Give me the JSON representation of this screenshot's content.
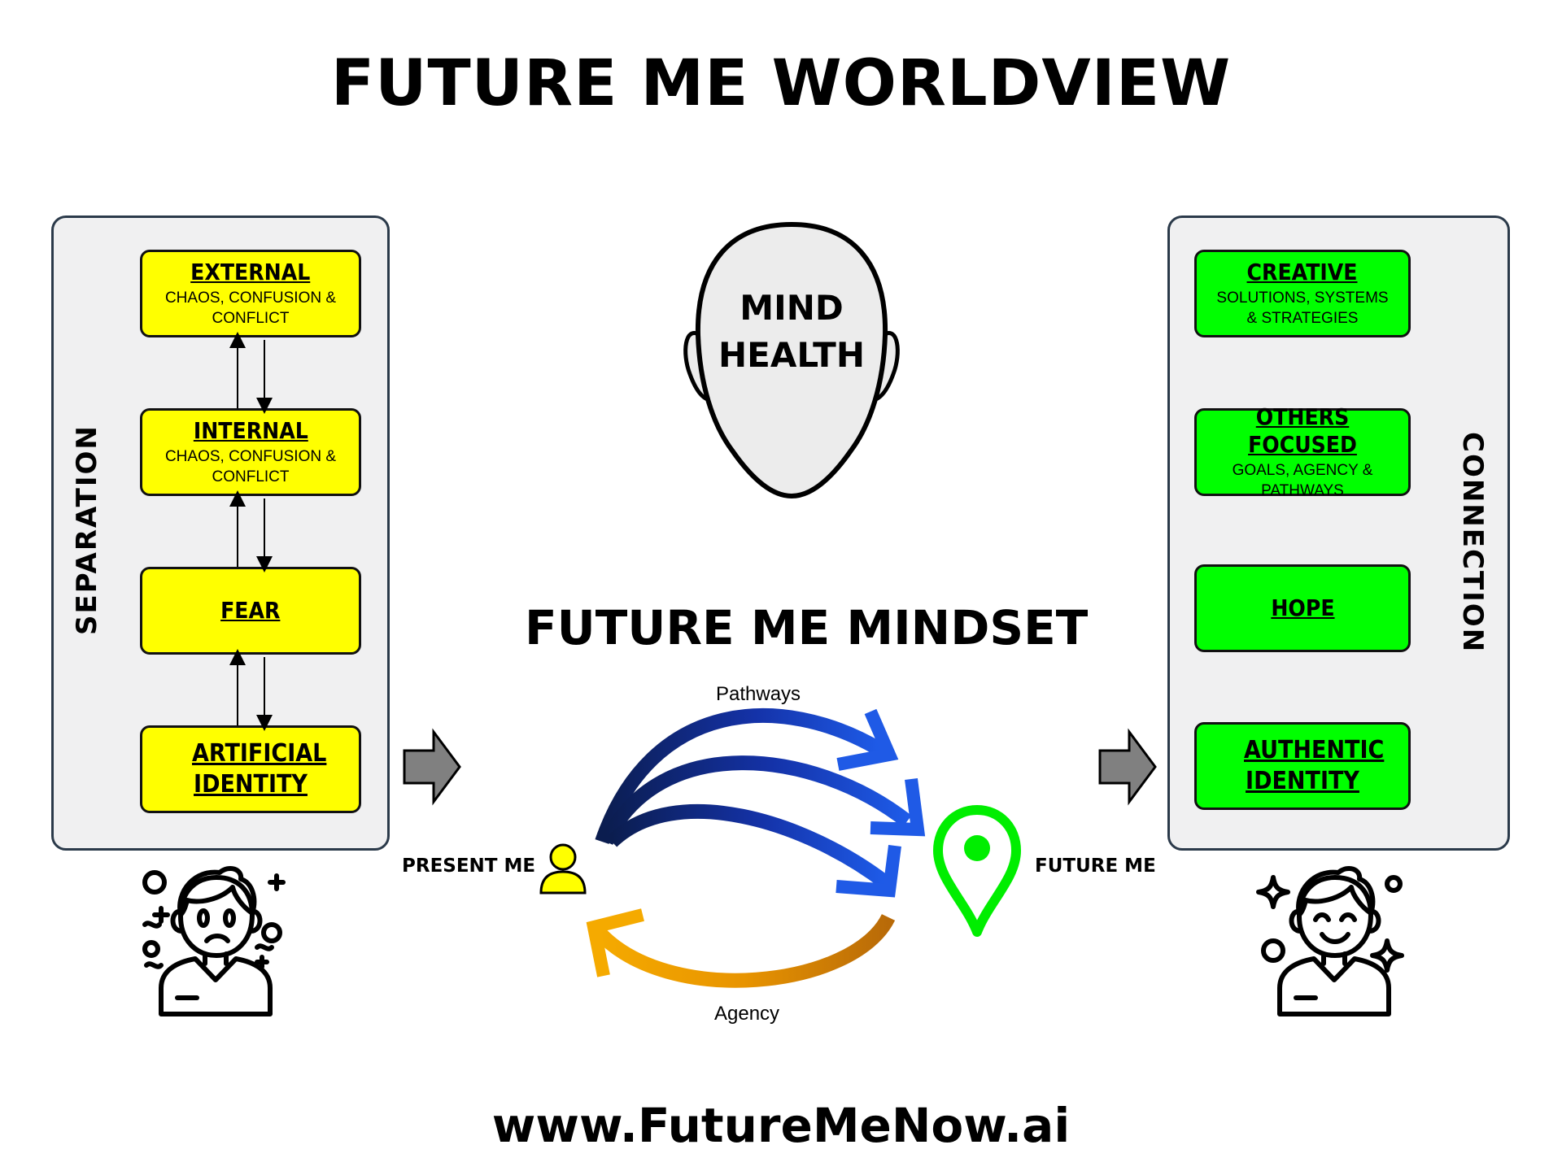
{
  "title": "FUTURE ME WORLDVIEW",
  "left_panel": {
    "label": "SEPARATION",
    "boxes": [
      {
        "title": "EXTERNAL",
        "subtitle": "CHAOS, CONFUSION & CONFLICT"
      },
      {
        "title": "INTERNAL",
        "subtitle": "CHAOS, CONFUSION & CONFLICT"
      },
      {
        "title": "FEAR",
        "subtitle": ""
      },
      {
        "title": "ARTIFICIAL IDENTITY",
        "subtitle": ""
      }
    ],
    "color": "#ffff00"
  },
  "right_panel": {
    "label": "CONNECTION",
    "boxes": [
      {
        "title": "CREATIVE",
        "subtitle": "SOLUTIONS, SYSTEMS & STRATEGIES"
      },
      {
        "title": "OTHERS FOCUSED",
        "subtitle": "GOALS, AGENCY & PATHWAYS"
      },
      {
        "title": "HOPE",
        "subtitle": ""
      },
      {
        "title": "AUTHENTIC IDENTITY",
        "subtitle": ""
      }
    ],
    "color": "#00ff00"
  },
  "mind": {
    "line1": "MIND",
    "line2": "HEALTH"
  },
  "mindset": {
    "title": "FUTURE ME MINDSET",
    "pathways_label": "Pathways",
    "agency_label": "Agency",
    "present_label": "PRESENT ME",
    "future_label": "FUTURE ME"
  },
  "footer": "www.FutureMeNow.ai",
  "icons": [
    "head-icon",
    "person-icon",
    "location-pin-icon",
    "sad-person-icon",
    "happy-person-icon",
    "right-arrow-icon"
  ],
  "colors": {
    "yellow": "#ffff00",
    "green": "#00ff00",
    "pathways_blue": "#1a4fd6",
    "agency_orange": "#f2a400",
    "panel_border": "#2b3a4a"
  }
}
